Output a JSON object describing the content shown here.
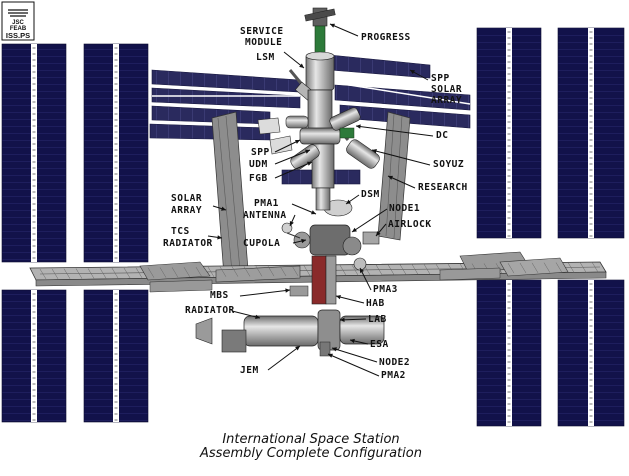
{
  "logo": {
    "line1": "JSC",
    "line2": "FEAB",
    "line3": "ISS.PS"
  },
  "caption": {
    "line1": "International Space Station",
    "line2": "Assembly Complete Configuration"
  },
  "labels": {
    "service_module": "SERVICE",
    "service_module_2": "MODULE",
    "lsm": "LSM",
    "progress": "PROGRESS",
    "spp_solar_array": "SPP",
    "spp_solar_array_2": "SOLAR",
    "spp_solar_array_3": "ARRAY",
    "dc": "DC",
    "spp": "SPP",
    "udm": "UDM",
    "fgb": "FGB",
    "soyuz": "SOYUZ",
    "research": "RESEARCH",
    "dsm": "DSM",
    "solar_array": "SOLAR",
    "solar_array_2": "ARRAY",
    "pma1": "PMA1",
    "node1": "NODE1",
    "antenna": "ANTENNA",
    "airlock": "AIRLOCK",
    "tcs_radiator": "TCS",
    "tcs_radiator_2": "RADIATOR",
    "cupola": "CUPOLA",
    "pma3": "PMA3",
    "mbs": "MBS",
    "hab": "HAB",
    "radiator": "RADIATOR",
    "lab": "LAB",
    "esa": "ESA",
    "node2": "NODE2",
    "jem": "JEM",
    "pma2": "PMA2"
  },
  "colors": {
    "solar_array": "#12124a",
    "solar_cell_line": "#2a2a70",
    "spp_array": "#2a2a5e",
    "module_gray": "#c4c4c4",
    "module_dark": "#6f6f6f",
    "truss": "#a8a8a8",
    "radiator": "#8d8d8d",
    "accent_green": "#2d7a3a",
    "hab_red": "#8a2a2a",
    "outline": "#1a1a1a"
  }
}
